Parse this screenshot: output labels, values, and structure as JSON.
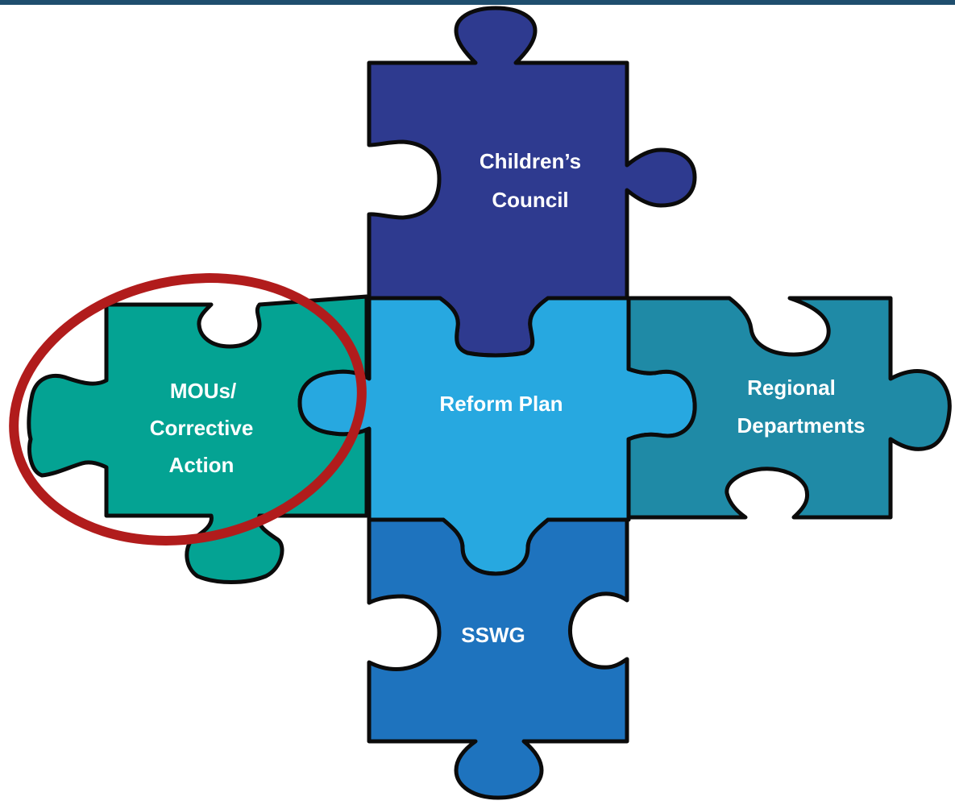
{
  "pieces": {
    "childrens_council": {
      "lines": [
        "Children’s",
        "Council"
      ],
      "color": "#2e3a8f"
    },
    "mous_corrective_action": {
      "lines": [
        "MOUs/",
        "Corrective",
        "Action"
      ],
      "color": "#04a393"
    },
    "reform_plan": {
      "lines": [
        "Reform Plan"
      ],
      "color": "#27a8e0"
    },
    "regional_departments": {
      "lines": [
        "Regional",
        "Departments"
      ],
      "color": "#1f8aa6"
    },
    "sswg": {
      "lines": [
        "SSWG"
      ],
      "color": "#1e73be"
    }
  },
  "colors": {
    "highlight": "#b11c1c",
    "outline": "#0b0b0b",
    "top_bar": "#1f4e6e"
  }
}
